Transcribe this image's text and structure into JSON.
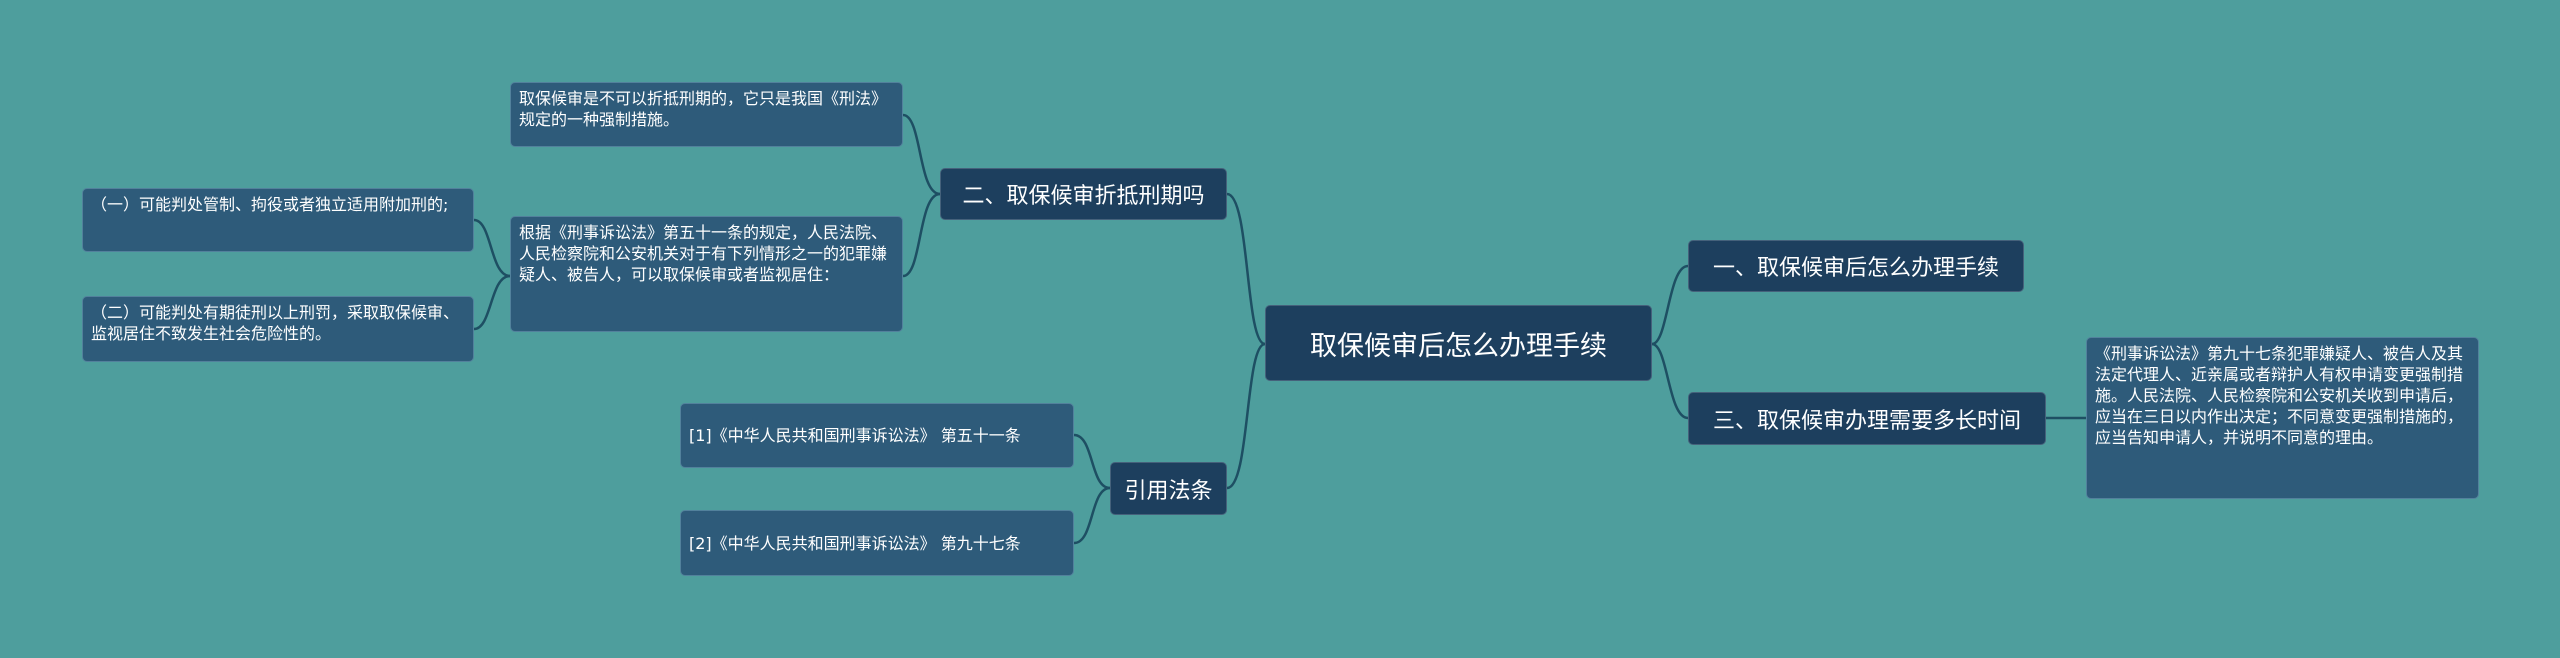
{
  "root": {
    "label": "取保候审后怎么办理手续"
  },
  "right_branches": [
    {
      "label": "一、取保候审后怎么办理手续"
    },
    {
      "label": "三、取保候审办理需要多长时间",
      "leaf": "《刑事诉讼法》第九十七条犯罪嫌疑人、被告人及其法定代理人、近亲属或者辩护人有权申请变更强制措施。人民法院、人民检察院和公安机关收到申请后，应当在三日以内作出决定；不同意变更强制措施的，应当告知申请人，并说明不同意的理由。"
    }
  ],
  "left_branches": [
    {
      "label": "二、取保候审折抵刑期吗",
      "leaves": [
        "取保候审是不可以折抵刑期的，它只是我国《刑法》规定的一种强制措施。",
        "根据《刑事诉讼法》第五十一条的规定，人民法院、人民检察院和公安机关对于有下列情形之一的犯罪嫌疑人、被告人，可以取保候审或者监视居住："
      ],
      "sub_leaves": [
        "（一）可能判处管制、拘役或者独立适用附加刑的;",
        "（二）可能判处有期徒刑以上刑罚，采取取保候审、监视居住不致发生社会危险性的。"
      ]
    },
    {
      "label": "引用法条",
      "leaves": [
        "[1]《中华人民共和国刑事诉讼法》 第五十一条",
        "[2]《中华人民共和国刑事诉讼法》 第九十七条"
      ]
    }
  ]
}
